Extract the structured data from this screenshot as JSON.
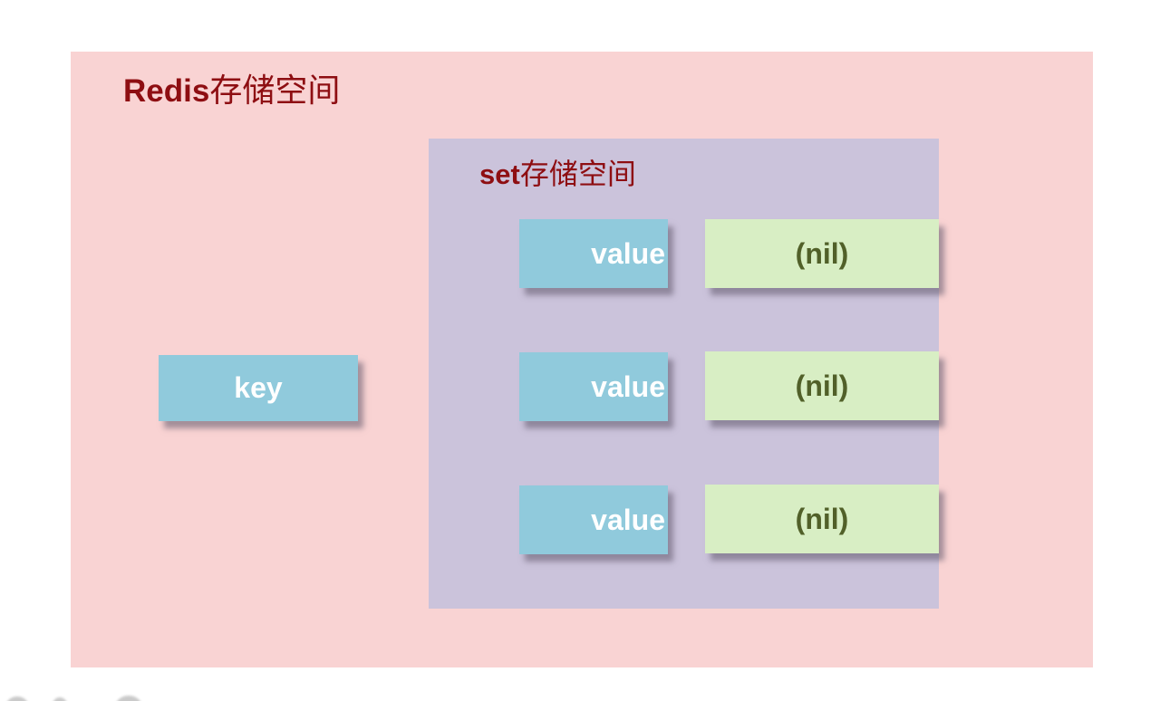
{
  "colors": {
    "outer_background": "#f9d3d3",
    "inner_background": "#cbc3db",
    "key_value_box": "#90cadc",
    "nil_box": "#d8eec4",
    "title_text": "#8e0e12",
    "nil_text": "#516029",
    "box_label_text": "#ffffff"
  },
  "diagram": {
    "outer": {
      "title_en": "Redis",
      "title_zh": "存储空间"
    },
    "inner": {
      "title_en": "set",
      "title_zh": "存储空间"
    },
    "key_label": "key",
    "rows": [
      {
        "value_label": "value",
        "nil_label": "(nil)"
      },
      {
        "value_label": "value",
        "nil_label": "(nil)"
      },
      {
        "value_label": "value",
        "nil_label": "(nil)"
      }
    ]
  }
}
